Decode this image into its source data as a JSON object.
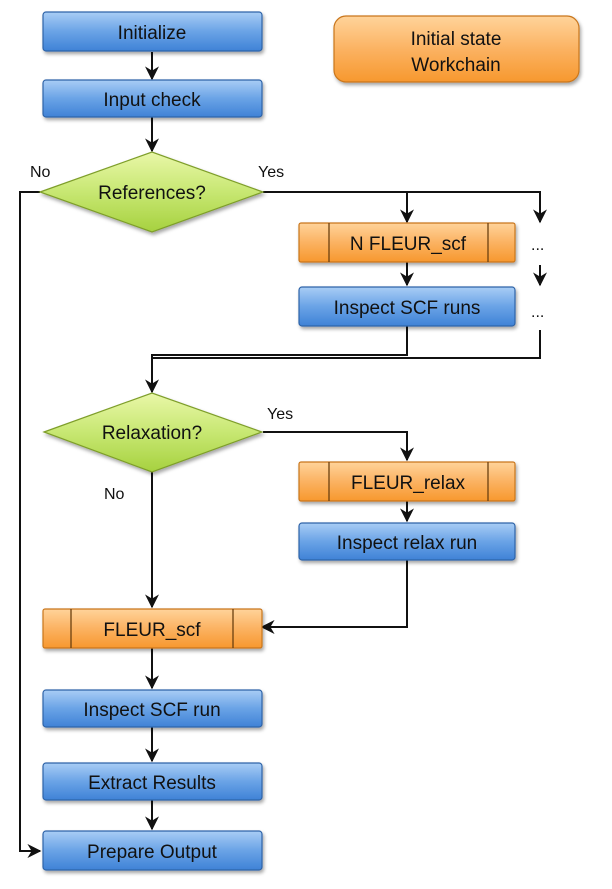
{
  "nodes": {
    "initialize": "Initialize",
    "input_check": "Input check",
    "references": "References?",
    "n_fleur_scf": "N FLEUR_scf",
    "inspect_scf_runs": "Inspect SCF runs",
    "relaxation": "Relaxation?",
    "fleur_relax": "FLEUR_relax",
    "inspect_relax_run": "Inspect relax run",
    "fleur_scf": "FLEUR_scf",
    "inspect_scf_run": "Inspect SCF run",
    "extract_results": "Extract Results",
    "prepare_output": "Prepare Output"
  },
  "legend": {
    "line1": "Initial state",
    "line2": "Workchain"
  },
  "edge_labels": {
    "references_no": "No",
    "references_yes": "Yes",
    "relaxation_yes": "Yes",
    "relaxation_no": "No",
    "ellipsis_1": "...",
    "ellipsis_2": "..."
  },
  "colors": {
    "process_top": "#a9cdf5",
    "process_bottom": "#3f82d6",
    "process_border": "#2e64a8",
    "workchain_top": "#ffd39a",
    "workchain_bottom": "#f7982e",
    "workchain_border": "#c9761c",
    "decision_top": "#e9f7a8",
    "decision_bottom": "#a6d13f",
    "decision_border": "#7e9e2a",
    "connector": "#111111"
  }
}
